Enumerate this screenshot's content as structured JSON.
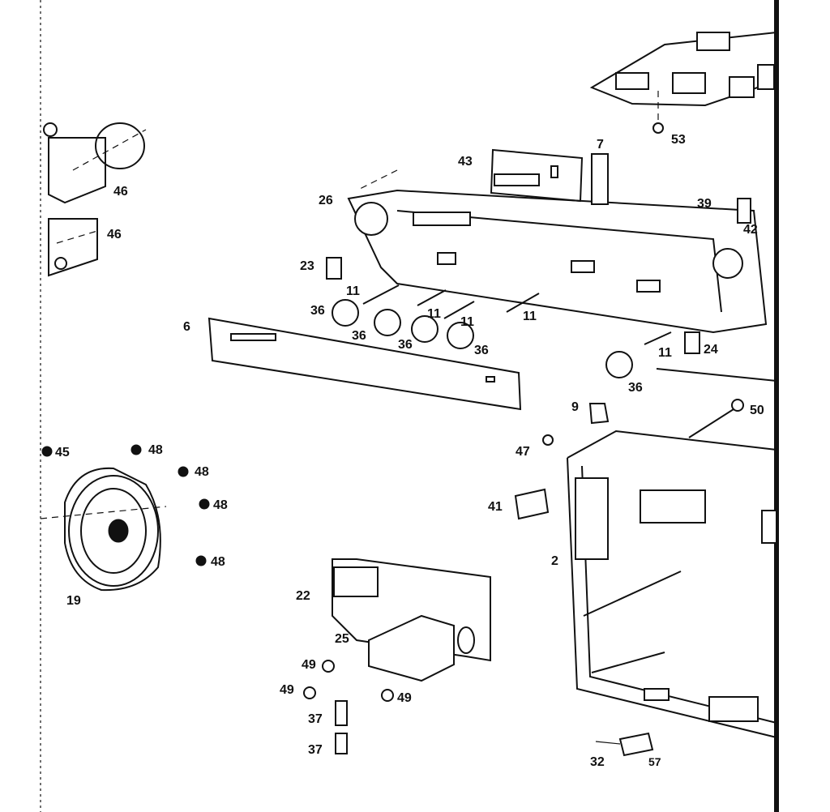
{
  "diagram": {
    "labels": {
      "p53": "53",
      "p7": "7",
      "p43": "43",
      "p26": "26",
      "p39": "39",
      "p42": "42",
      "p46a": "46",
      "p46b": "46",
      "p23": "23",
      "p11a": "11",
      "p11b": "11",
      "p11c": "11",
      "p11d": "11",
      "p36a": "36",
      "p36b": "36",
      "p36c": "36",
      "p36d": "36",
      "p36e": "36",
      "p6": "6",
      "p24": "24",
      "p9": "9",
      "p50": "50",
      "p47": "47",
      "p41": "41",
      "p2": "2",
      "p45": "45",
      "p48a": "48",
      "p48b": "48",
      "p48c": "48",
      "p48d": "48",
      "p19": "19",
      "p22": "22",
      "p25": "25",
      "p49a": "49",
      "p49b": "49",
      "p49c": "49",
      "p37a": "37",
      "p37b": "37",
      "p32": "32",
      "p57": "57"
    }
  }
}
